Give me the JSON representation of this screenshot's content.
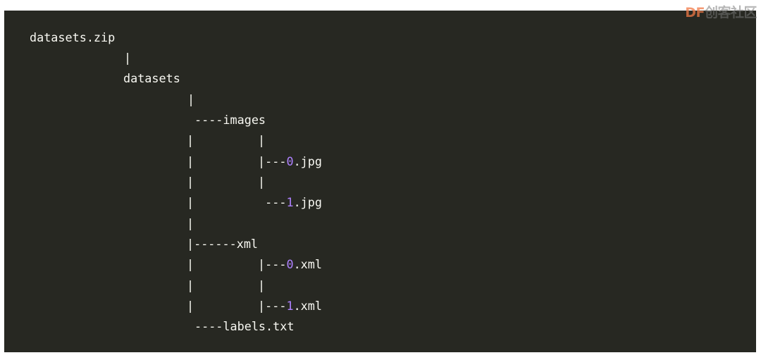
{
  "watermark": {
    "brand": "DF",
    "text": "创客社区"
  },
  "code_lines": [
    {
      "parts": [
        {
          "t": "datasets.zip"
        }
      ]
    },
    {
      "parts": [
        {
          "t": "|"
        }
      ]
    },
    {
      "parts": [
        {
          "t": "datasets"
        }
      ]
    },
    {
      "parts": [
        {
          "t": "|"
        }
      ]
    },
    {
      "parts": [
        {
          "t": "----images"
        }
      ]
    },
    {
      "parts": [
        {
          "t": "|         |"
        }
      ]
    },
    {
      "parts": [
        {
          "t": "|         |---"
        },
        {
          "t": "0",
          "num": true
        },
        {
          "t": ".jpg"
        }
      ]
    },
    {
      "parts": [
        {
          "t": "|         |"
        }
      ]
    },
    {
      "parts": [
        {
          "t": "|          ---"
        },
        {
          "t": "1",
          "num": true
        },
        {
          "t": ".jpg"
        }
      ]
    },
    {
      "parts": [
        {
          "t": "|"
        }
      ]
    },
    {
      "parts": [
        {
          "t": "|------xml"
        }
      ]
    },
    {
      "parts": [
        {
          "t": "|         |---"
        },
        {
          "t": "0",
          "num": true
        },
        {
          "t": ".xml"
        }
      ]
    },
    {
      "parts": [
        {
          "t": "|         |"
        }
      ]
    },
    {
      "parts": [
        {
          "t": "|         |---"
        },
        {
          "t": "1",
          "num": true
        },
        {
          "t": ".xml"
        }
      ]
    },
    {
      "parts": [
        {
          "t": "----labels.txt"
        }
      ]
    }
  ],
  "colors": {
    "background": "#272822",
    "text": "#f8f8f2",
    "number": "#ae81ff"
  }
}
